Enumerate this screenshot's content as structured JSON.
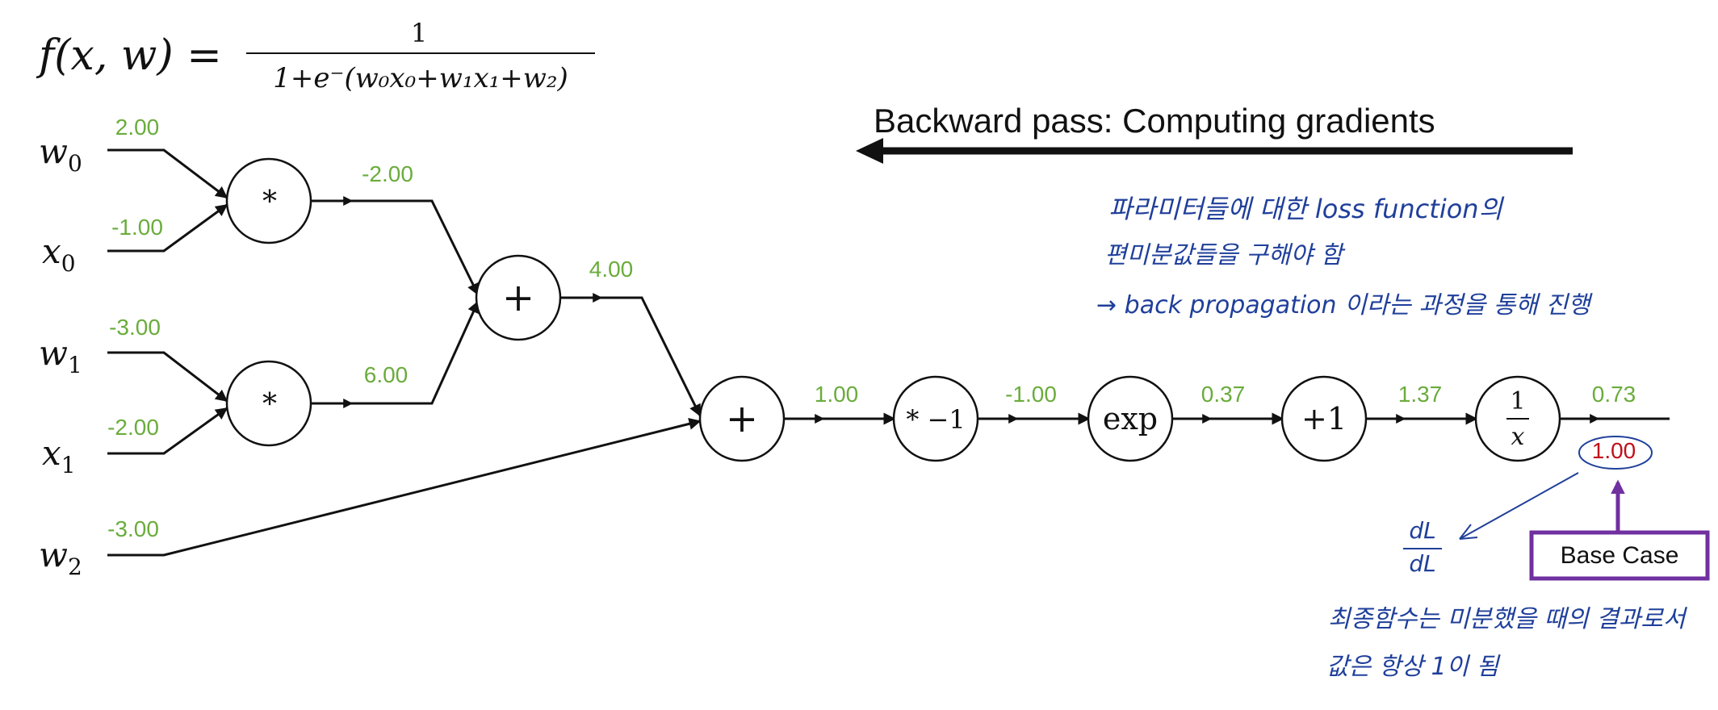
{
  "formula": {
    "lhs": "f(x, w) =",
    "numerator": "1",
    "denominator": "1+e⁻(w₀x₀+w₁x₁+w₂)"
  },
  "backward_title": "Backward pass: Computing gradients",
  "inputs": [
    {
      "var": "w",
      "sub": "0",
      "value": "2.00"
    },
    {
      "var": "x",
      "sub": "0",
      "value": "-1.00"
    },
    {
      "var": "w",
      "sub": "1",
      "value": "-3.00"
    },
    {
      "var": "x",
      "sub": "1",
      "value": "-2.00"
    },
    {
      "var": "w",
      "sub": "2",
      "value": "-3.00"
    }
  ],
  "nodes": {
    "mul0": "*",
    "mul1": "*",
    "add0": "+",
    "add1": "+",
    "neg": "* −1",
    "exp": "exp",
    "plus1": "+1",
    "recip_num": "1",
    "recip_den": "x"
  },
  "edge_values": {
    "mul0_out": "-2.00",
    "mul1_out": "6.00",
    "add0_out": "4.00",
    "add1_out": "1.00",
    "neg_out": "-1.00",
    "exp_out": "0.37",
    "plus1_out": "1.37",
    "recip_out": "0.73"
  },
  "gradient_value": "1.00",
  "base_case_label": "Base Case",
  "handwriting": {
    "line1": "파라미터들에 대한 loss function의",
    "line2": "편미분값들을  구해야 함",
    "line3": "→ back propagation 이라는 과정을 통해 진행",
    "dl_num": "dL",
    "dl_den": "dL",
    "note1": "최종함수는 미분했을 때의 결과로서",
    "note2": "값은 항상 1이 됨"
  },
  "colors": {
    "value_green": "#6aac3c",
    "gradient_red": "#c0101a",
    "base_case_purple": "#7030a0",
    "handwriting_blue": "#1f3f9a"
  }
}
